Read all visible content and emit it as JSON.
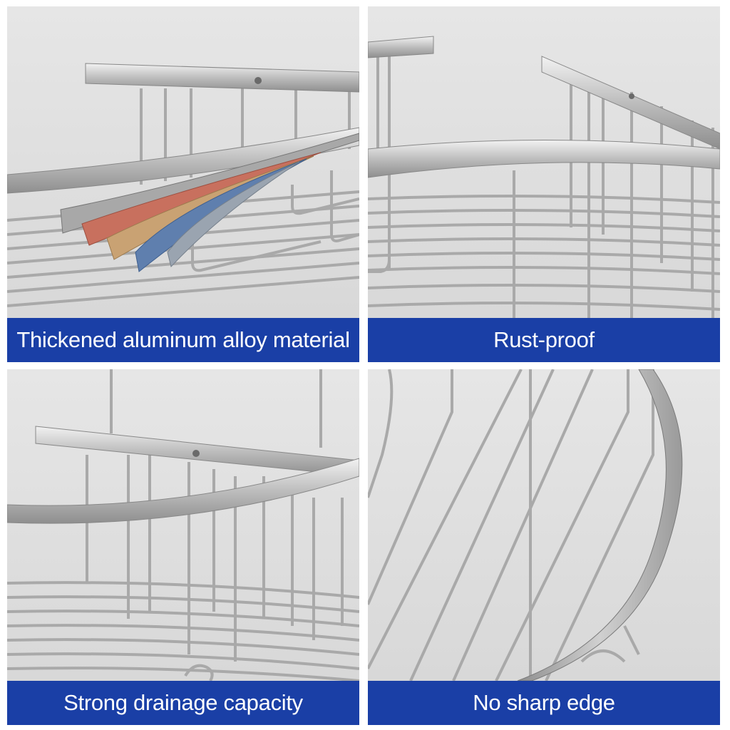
{
  "panels": [
    {
      "caption": "Thickened aluminum alloy material"
    },
    {
      "caption": "Rust-proof"
    },
    {
      "caption": "Strong drainage capacity"
    },
    {
      "caption": "No sharp edge"
    }
  ],
  "colors": {
    "caption_bar": "#1a3fa6",
    "caption_text": "#ffffff",
    "background": "#e0e0e0",
    "metal": "#b8b8b8",
    "layer_red": "#c8705e",
    "layer_gold": "#c9a273",
    "layer_blue": "#5f7fae",
    "layer_gray": "#9aa4b0"
  }
}
